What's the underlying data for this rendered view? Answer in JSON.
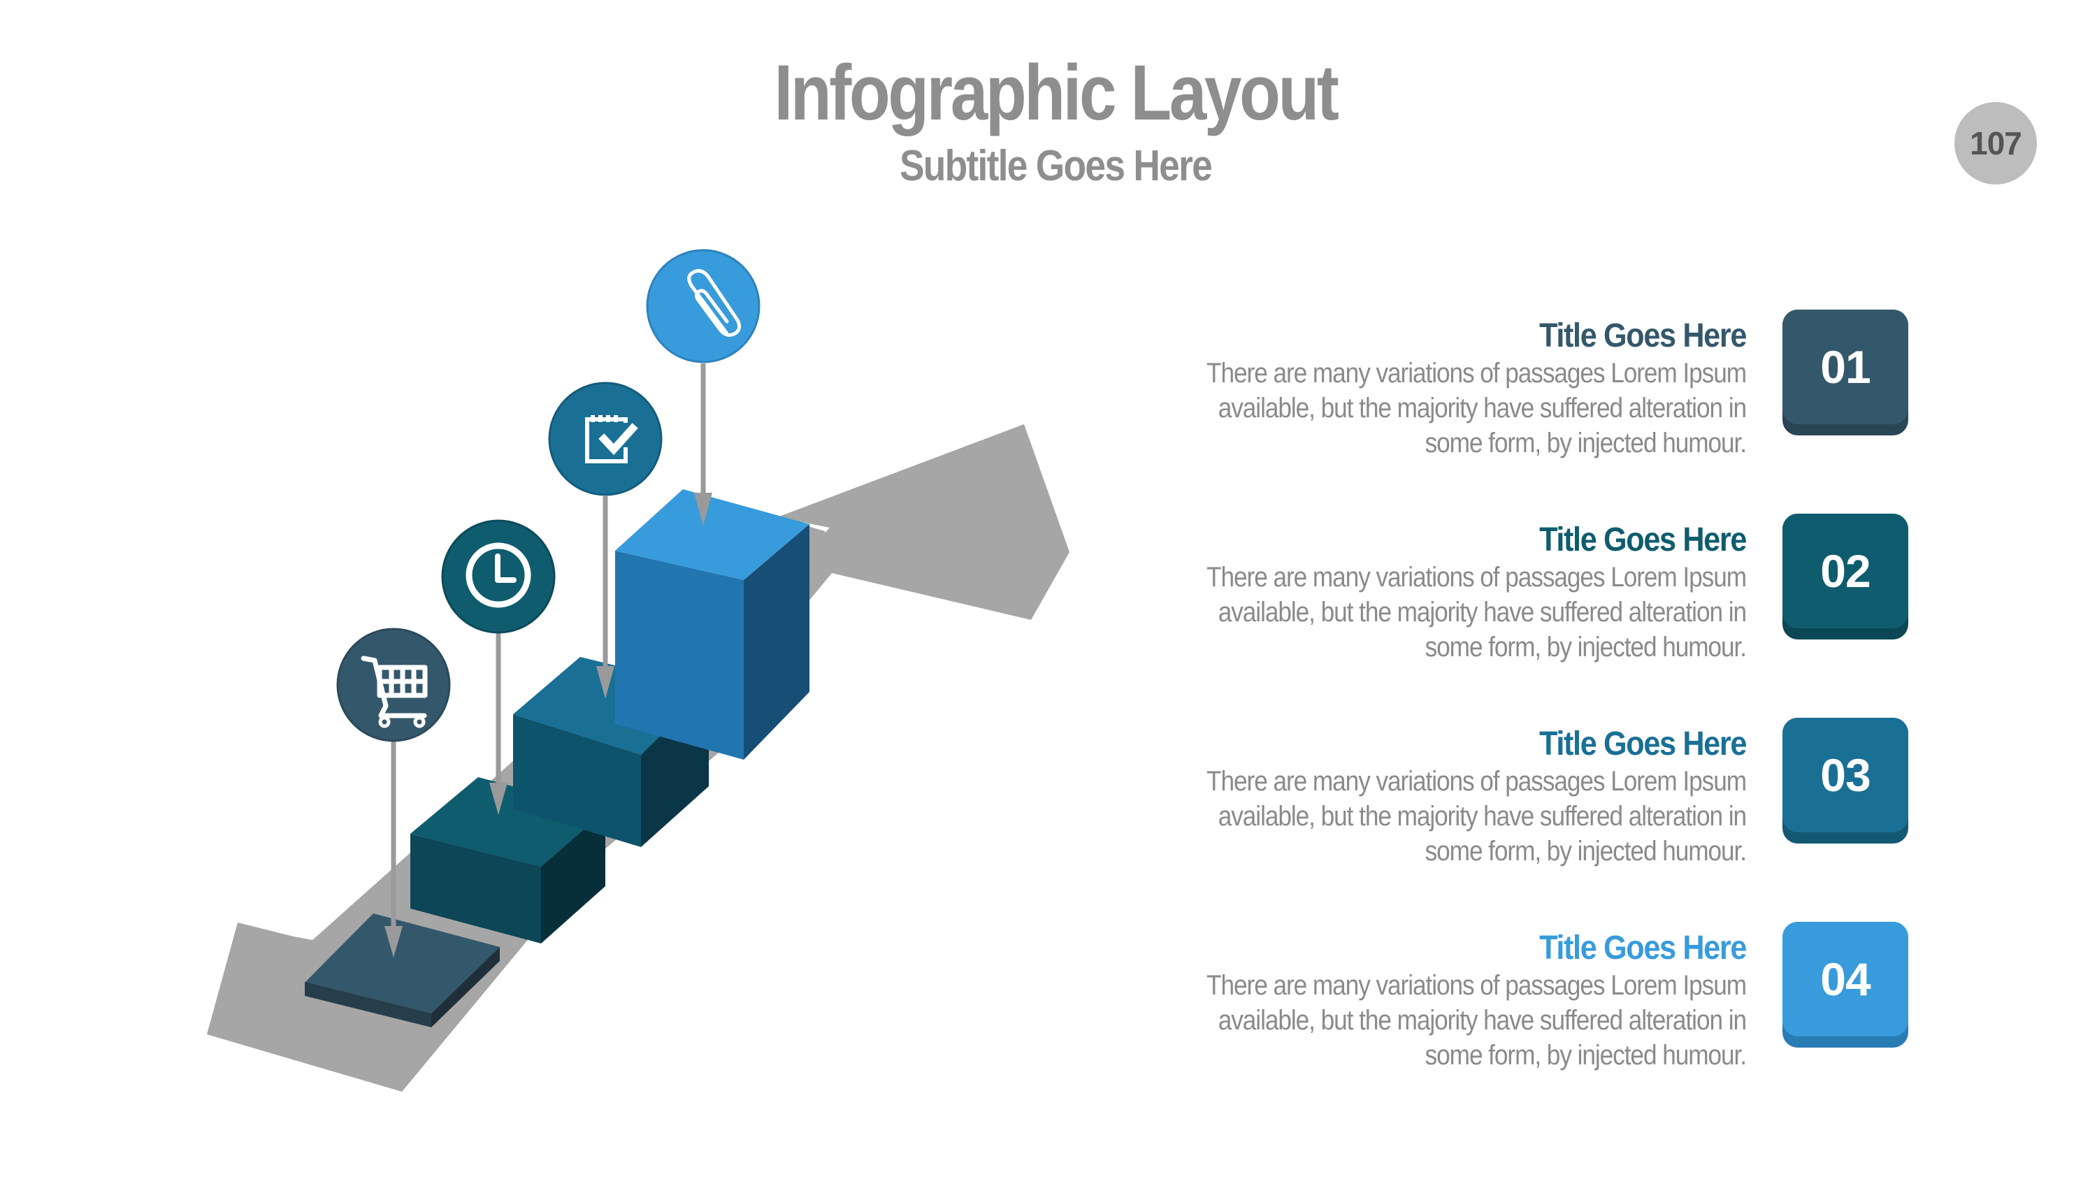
{
  "header": {
    "title": "Infographic Layout",
    "subtitle": "Subtitle Goes Here",
    "page_number": "107"
  },
  "colors": {
    "step1": "#34586b",
    "step2": "#0f5c6e",
    "step3": "#1a6f95",
    "step4": "#389bdb",
    "arrow_gray": "#a6a6a6",
    "body_text": "#8a8a8a",
    "title_gray": "#8e8e8e"
  },
  "steps": [
    {
      "number": "01",
      "icon": "shopping-cart-icon",
      "title": "Title Goes Here",
      "title_color": "#34586b",
      "box_color": "#34586b",
      "box_shade": "#2a4656",
      "body": [
        "There are many variations of passages Lorem Ipsum",
        "available, but the majority have suffered alteration in",
        "some form, by injected humour."
      ]
    },
    {
      "number": "02",
      "icon": "clock-icon",
      "title": "Title Goes Here",
      "title_color": "#0f5c6e",
      "box_color": "#0f5c6e",
      "box_shade": "#0b4756",
      "body": [
        "There are many variations of passages Lorem Ipsum",
        "available, but the majority have suffered alteration in",
        "some form, by injected humour."
      ]
    },
    {
      "number": "03",
      "icon": "checklist-icon",
      "title": "Title Goes Here",
      "title_color": "#1a6f95",
      "box_color": "#1a6f95",
      "box_shade": "#145873",
      "body": [
        "There are many variations of passages Lorem Ipsum",
        "available, but the majority have suffered alteration in",
        "some form, by injected humour."
      ]
    },
    {
      "number": "04",
      "icon": "paperclip-icon",
      "title": "Title Goes Here",
      "title_color": "#389bdb",
      "box_color": "#389bdb",
      "box_shade": "#2a7cb4",
      "body": [
        "There are many variations of passages Lorem Ipsum",
        "available, but the majority have suffered alteration in",
        "some form, by injected humour."
      ]
    }
  ]
}
